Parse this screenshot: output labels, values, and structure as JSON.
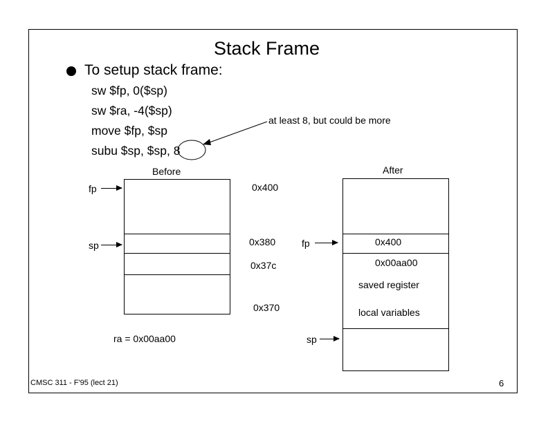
{
  "slide": {
    "title": "Stack Frame",
    "bullet": "To setup stack frame:",
    "code": [
      "sw $fp, 0($sp)",
      "sw $ra, -4($sp)",
      "move $fp, $sp",
      "subu $sp, $sp, 8"
    ],
    "annotation": "at least 8, but could be more",
    "footer": "CMSC 311 - F'95 (lect 21)",
    "page_number": "6"
  },
  "before": {
    "heading": "Before",
    "fp_label": "fp",
    "sp_label": "sp",
    "addresses": [
      "0x400",
      "0x380",
      "0x37c",
      "0x370"
    ],
    "ra_note": "ra = 0x00aa00"
  },
  "after": {
    "heading": "After",
    "fp_label": "fp",
    "sp_label": "sp",
    "cells": [
      "0x400",
      "0x00aa00",
      "saved register",
      "local variables"
    ]
  }
}
